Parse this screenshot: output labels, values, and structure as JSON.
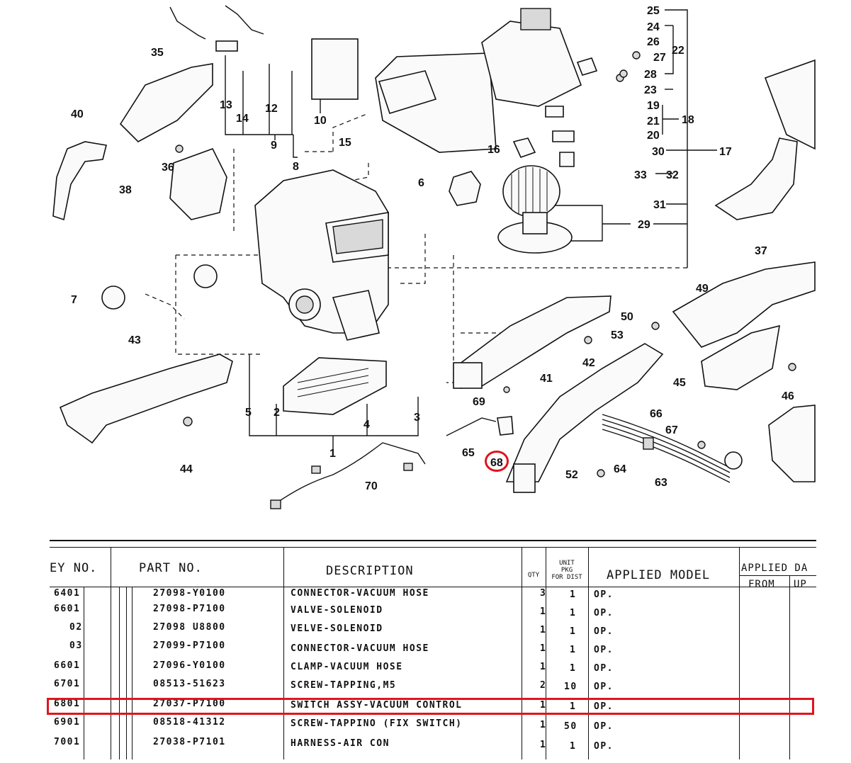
{
  "diagram": {
    "callouts": [
      "1",
      "2",
      "3",
      "4",
      "5",
      "6",
      "7",
      "8",
      "9",
      "10",
      "12",
      "13",
      "14",
      "15",
      "16",
      "17",
      "18",
      "19",
      "20",
      "21",
      "22",
      "23",
      "24",
      "25",
      "26",
      "27",
      "28",
      "29",
      "30",
      "31",
      "32",
      "33",
      "35",
      "36",
      "37",
      "38",
      "40",
      "41",
      "42",
      "43",
      "44",
      "45",
      "46",
      "49",
      "50",
      "52",
      "53",
      "63",
      "64",
      "65",
      "66",
      "67",
      "68",
      "69",
      "70"
    ],
    "highlighted_callout": "68",
    "highlight_color": "#e0141e"
  },
  "table": {
    "headers": {
      "key_no": "EY NO.",
      "part_no": "PART NO.",
      "description": "DESCRIPTION",
      "qty": "QTY",
      "unit_pkg": [
        "UNIT",
        "PKG",
        "FOR DIST"
      ],
      "applied_model": "APPLIED MODEL",
      "applied_date": "APPLIED DA",
      "from": "FROM",
      "up": "UP"
    },
    "rows": [
      {
        "key": "6401",
        "part": "27098-Y0100",
        "desc": "CONNECTOR-VACUUM HOSE",
        "qty": "3",
        "pkg": "1",
        "model": "OP."
      },
      {
        "key": "6601",
        "part": "27098-P7100",
        "desc": "VALVE-SOLENOID",
        "qty": "1",
        "pkg": "1",
        "model": "OP."
      },
      {
        "key": "02",
        "part": "27098 U8800",
        "desc": "VELVE-SOLENOID",
        "qty": "1",
        "pkg": "1",
        "model": "OP."
      },
      {
        "key": "03",
        "part": "27099-P7100",
        "desc": "CONNECTOR-VACUUM HOSE",
        "qty": "1",
        "pkg": "1",
        "model": "OP."
      },
      {
        "key": "6601",
        "part": "27096-Y0100",
        "desc": "CLAMP-VACUUM HOSE",
        "qty": "1",
        "pkg": "1",
        "model": "OP."
      },
      {
        "key": "6701",
        "part": "08513-51623",
        "desc": "SCREW-TAPPING,M5",
        "qty": "2",
        "pkg": "10",
        "model": "OP."
      },
      {
        "key": "6801",
        "part": "27037-P7100",
        "desc": "SWITCH ASSY-VACUUM CONTROL",
        "qty": "1",
        "pkg": "1",
        "model": "OP."
      },
      {
        "key": "6901",
        "part": "08518-41312",
        "desc": "SCREW-TAPPINO (FIX SWITCH)",
        "qty": "1",
        "pkg": "50",
        "model": "OP."
      },
      {
        "key": "7001",
        "part": "27038-P7101",
        "desc": "HARNESS-AIR CON",
        "qty": "1",
        "pkg": "1",
        "model": "OP."
      }
    ],
    "highlighted_row_key": "6801"
  }
}
